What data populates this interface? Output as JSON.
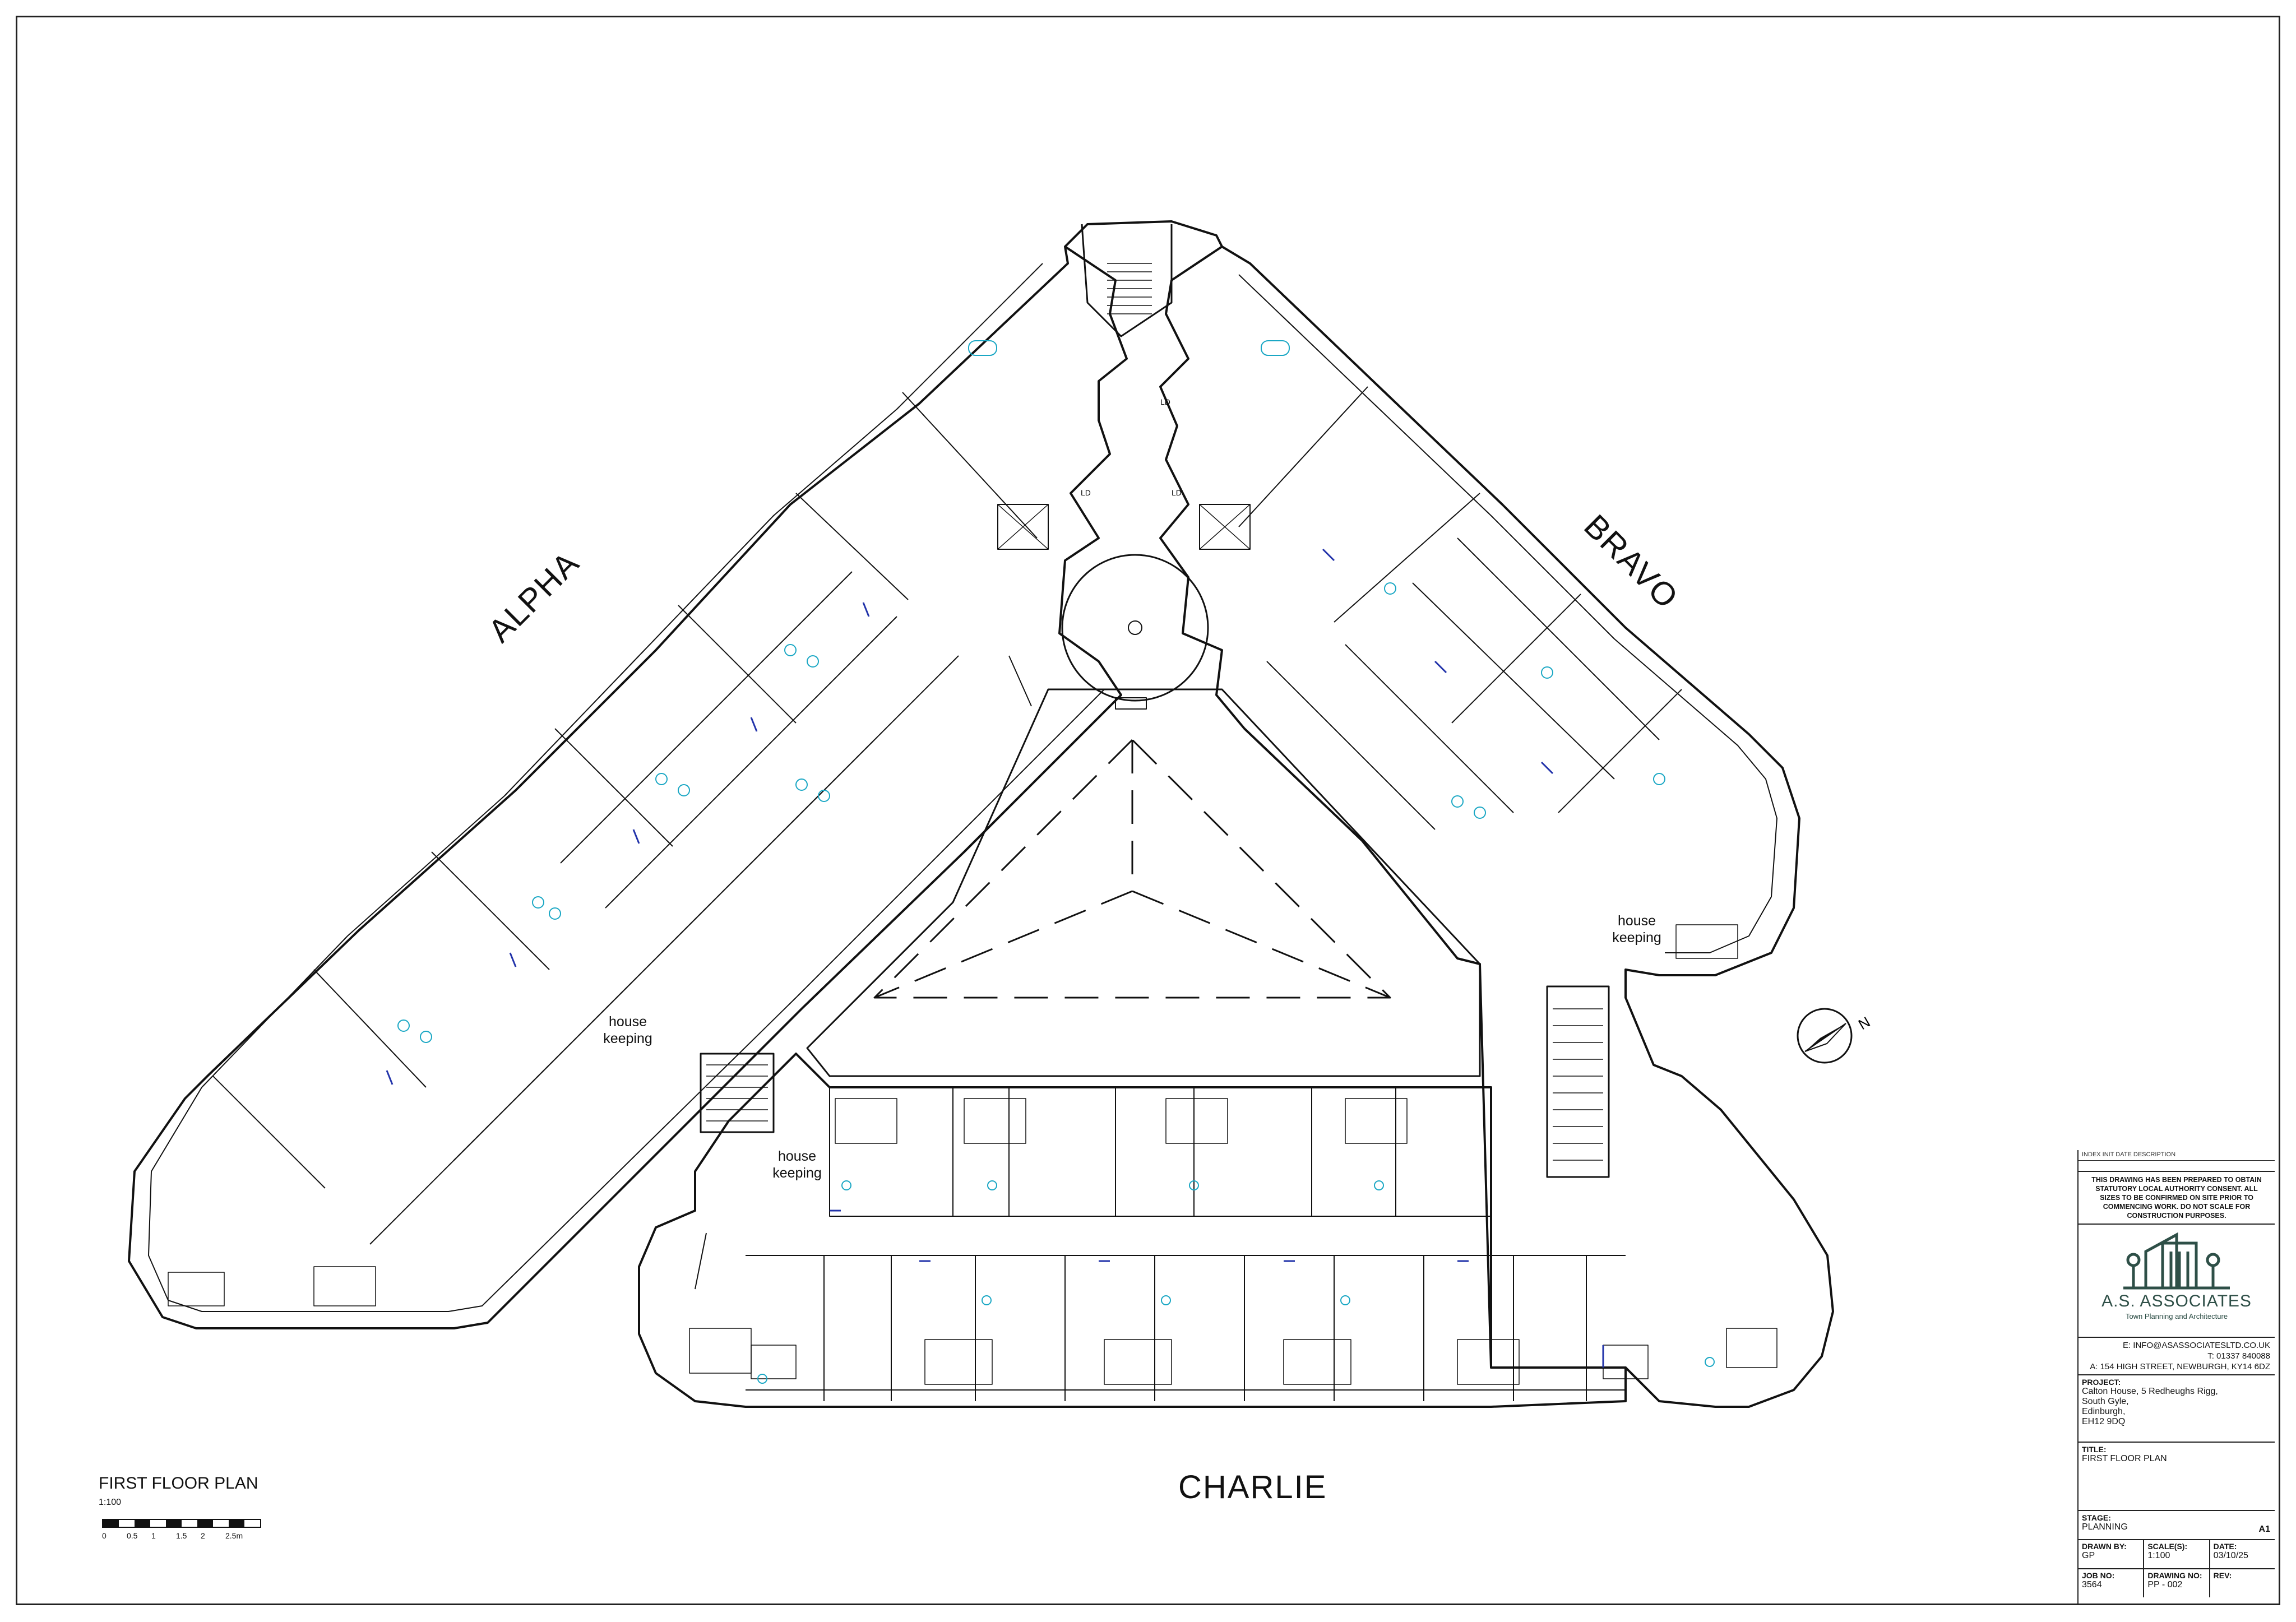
{
  "wings": {
    "alpha": "ALPHA",
    "bravo": "BRAVO",
    "charlie": "CHARLIE"
  },
  "house_keeping": [
    "house\nkeeping",
    "house\nkeeping",
    "house\nkeeping"
  ],
  "door_tags": [
    "LD",
    "LD",
    "LD"
  ],
  "plan_title": "FIRST FLOOR PLAN",
  "plan_scale": "1:100",
  "scale_bar": [
    "0",
    "0.5",
    "1",
    "1.5",
    "2",
    "2.5m"
  ],
  "north": "N",
  "title_block": {
    "revision_header": "INDEX  INIT  DATE      DESCRIPTION",
    "disclaimer": "THIS DRAWING HAS BEEN PREPARED TO OBTAIN STATUTORY LOCAL AUTHORITY CONSENT. ALL SIZES TO BE CONFIRMED ON SITE PRIOR TO COMMENCING WORK. DO NOT SCALE FOR CONSTRUCTION PURPOSES.",
    "company": "A.S. ASSOCIATES",
    "tagline": "Town Planning and Architecture",
    "email": "E: INFO@ASASSOCIATESLTD.CO.UK",
    "phone": "T: 01337 840088",
    "address": "A: 154 HIGH STREET, NEWBURGH, KY14 6DZ",
    "project_label": "PROJECT:",
    "project_lines": [
      "Calton House, 5 Redheughs Rigg,",
      "South Gyle,",
      "Edinburgh,",
      "EH12 9DQ"
    ],
    "title_label": "TITLE:",
    "title_value": "FIRST FLOOR PLAN",
    "stage_label": "STAGE:",
    "stage_value": "PLANNING",
    "sheet_size": "A1",
    "drawn_by_label": "DRAWN BY:",
    "drawn_by": "GP",
    "scale_label": "SCALE(S):",
    "scale_value": "1:100",
    "date_label": "DATE:",
    "date_value": "03/10/25",
    "job_no_label": "JOB NO:",
    "job_no": "3564",
    "drawing_no_label": "DRAWING NO:",
    "drawing_no": "PP - 002",
    "rev_label": "REV:",
    "rev_value": ""
  },
  "colors": {
    "ink": "#111111",
    "fixture": "#1aa7c4",
    "door": "#2233aa",
    "brand": "#2e4f47"
  }
}
